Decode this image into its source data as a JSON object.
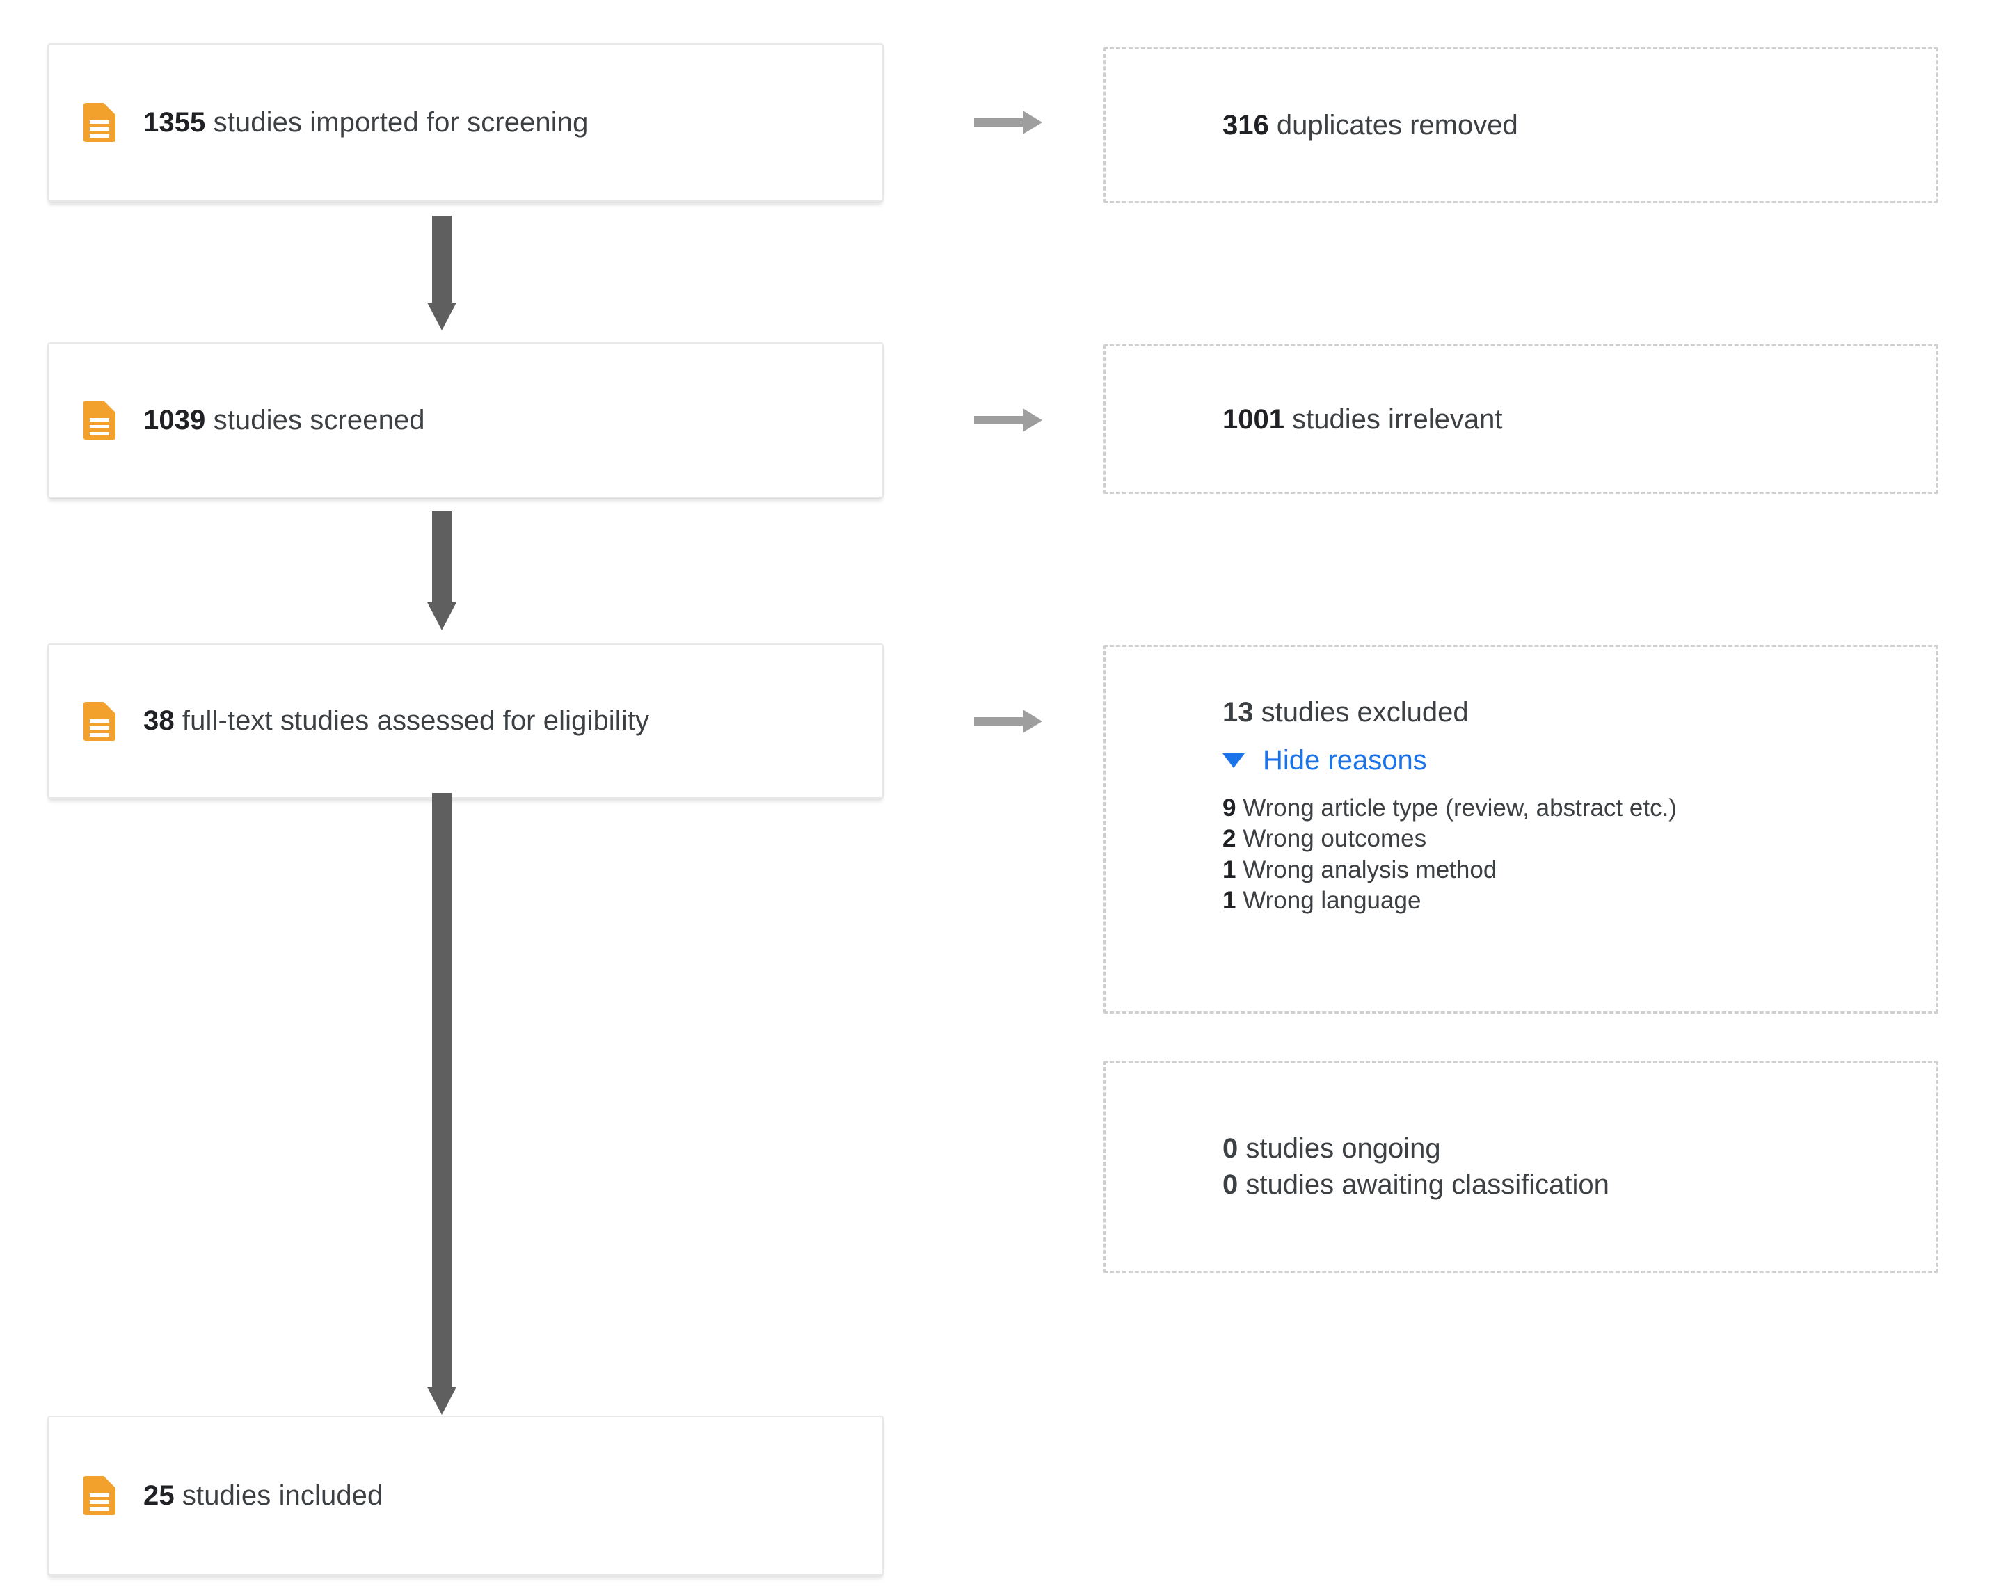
{
  "diagram": {
    "type": "prisma-flow-diagram",
    "accent_color": "#f2a22c",
    "link_color": "#1a73e8",
    "arrow_color_vertical": "#5f5f5f",
    "arrow_color_horizontal": "#9e9e9e",
    "icon_name": "document-icon"
  },
  "stages": [
    {
      "count": "1355",
      "label": "studies imported for screening"
    },
    {
      "count": "1039",
      "label": "studies screened"
    },
    {
      "count": "38",
      "label": "full-text studies assessed for eligibility"
    },
    {
      "count": "25",
      "label": "studies included"
    }
  ],
  "exclusions": [
    {
      "count": "316",
      "label": "duplicates removed"
    },
    {
      "count": "1001",
      "label": "studies irrelevant"
    }
  ],
  "excluded_block": {
    "count": "13",
    "label": "studies excluded",
    "toggle_label": "Hide reasons",
    "toggle_icon": "caret-down-icon",
    "reasons": [
      {
        "count": "9",
        "label": "Wrong article type (review, abstract etc.)"
      },
      {
        "count": "2",
        "label": "Wrong outcomes"
      },
      {
        "count": "1",
        "label": "Wrong analysis method"
      },
      {
        "count": "1",
        "label": "Wrong language"
      }
    ]
  },
  "status_block": {
    "lines": [
      {
        "count": "0",
        "label": "studies ongoing"
      },
      {
        "count": "0",
        "label": "studies awaiting classification"
      }
    ]
  }
}
